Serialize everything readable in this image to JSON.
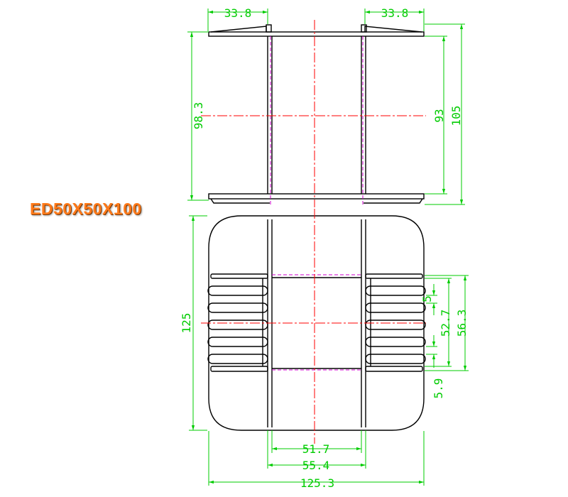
{
  "title": "ED50X50X100",
  "colors": {
    "outline": "#000000",
    "dimension": "#00cc00",
    "centerline": "#ff0000",
    "hidden": "#cc00cc"
  },
  "dimensions": {
    "top_left_flange_width": "33.8",
    "top_right_flange_width": "33.8",
    "inner_height": "98.3",
    "winding_height": "93",
    "overall_height": "105",
    "body_height": "125",
    "slot_pitch": "5",
    "slot_span_inner": "52.7",
    "slot_span_outer": "56.3",
    "slot_offset": "5.9",
    "core_width_inner": "51.7",
    "core_width_outer": "55.4",
    "body_width": "125.3"
  }
}
